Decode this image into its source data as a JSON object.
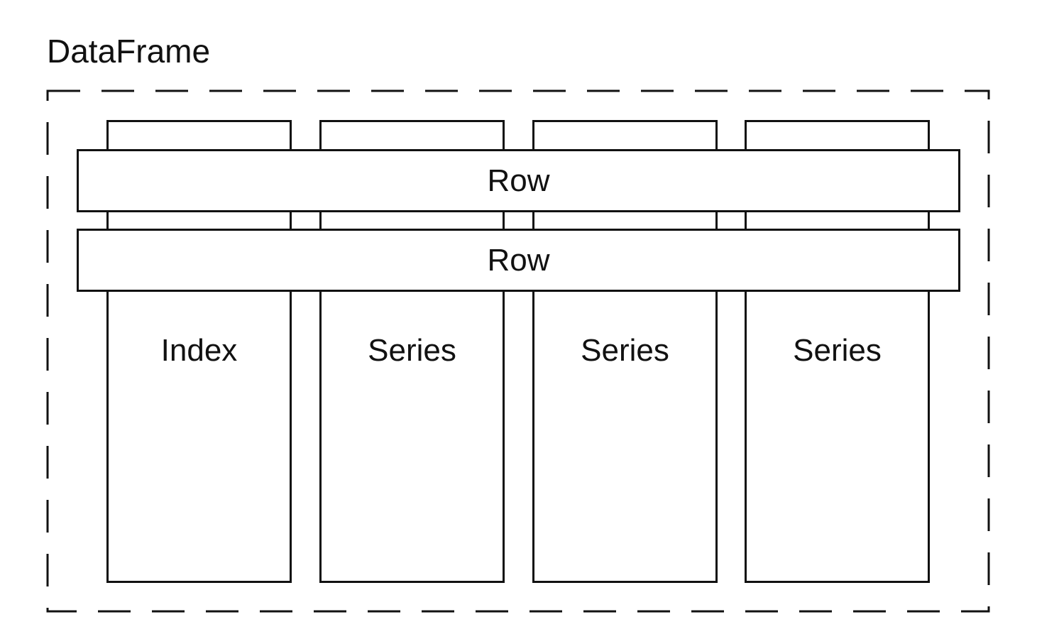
{
  "diagram": {
    "title": "DataFrame",
    "columns": [
      {
        "label": "Index"
      },
      {
        "label": "Series"
      },
      {
        "label": "Series"
      },
      {
        "label": "Series"
      }
    ],
    "rows": [
      {
        "label": "Row"
      },
      {
        "label": "Row"
      }
    ]
  },
  "colors": {
    "stroke": "#111111",
    "background": "#ffffff"
  }
}
